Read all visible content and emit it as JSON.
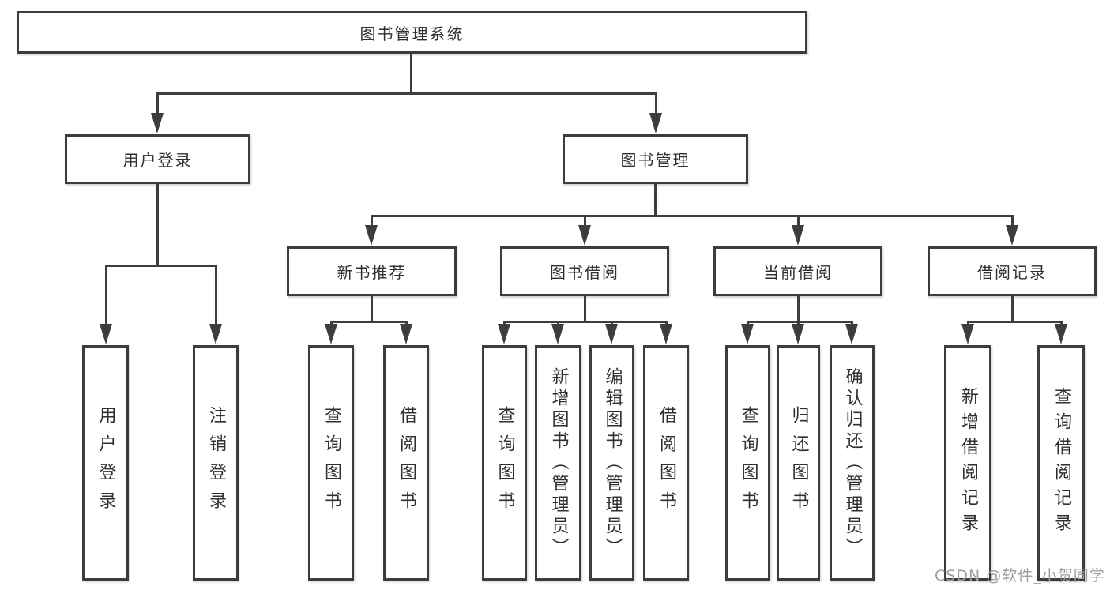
{
  "nodes": {
    "root": "图书管理系统",
    "user_login": "用户登录",
    "book_management": "图书管理",
    "new_book_recommend": "新书推荐",
    "book_borrow": "图书借阅",
    "current_borrow": "当前借阅",
    "borrow_record": "借阅记录"
  },
  "leaves": {
    "user_login": [
      "用户登录",
      "注销登录"
    ],
    "new_book_recommend": [
      "查询图书",
      "借阅图书"
    ],
    "book_borrow": [
      "查询图书",
      "新增图书（管理员）",
      "编辑图书（管理员）",
      "借阅图书"
    ],
    "current_borrow": [
      "查询图书",
      "归还图书",
      "确认归还（管理员）"
    ],
    "borrow_record": [
      "新增借阅记录",
      "查询借阅记录"
    ]
  },
  "watermark": "CSDN @软件_小贺同学",
  "colors": {
    "line": "#3d3d3d",
    "text": "#303030",
    "watermark": "#9e9e9e",
    "background": "#ffffff"
  }
}
